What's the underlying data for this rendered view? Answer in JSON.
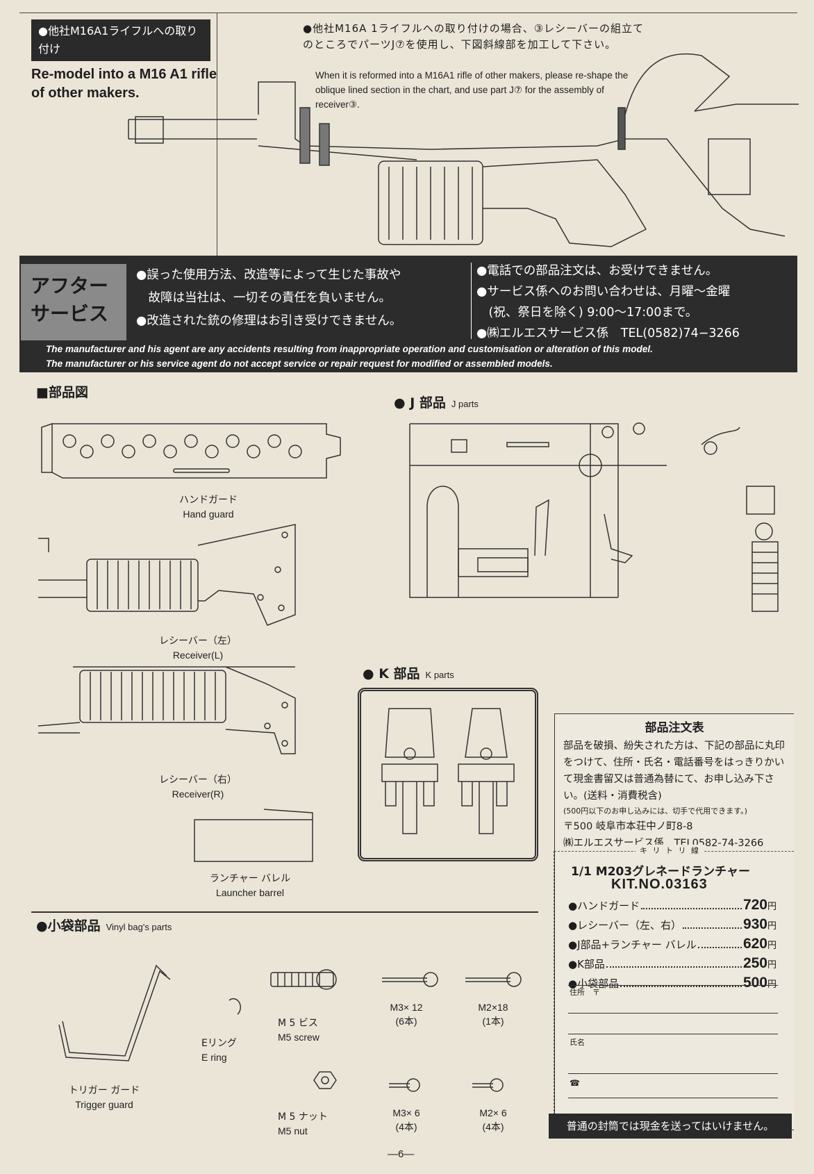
{
  "top": {
    "label_jp": "●他社M16A1ライフルへの取り付け",
    "label_en": "Re-model into a M16 A1 rifle of other makers.",
    "note_jp": "●他社M16A 1ライフルへの取り付けの場合、③レシーバーの組立てのところでパーツJ⑦を使用し、下図斜線部を加工して下さい。",
    "note_en": "When it is reformed into a M16A1 rifle of other makers, please re-shape the oblique lined section in the chart, and use part J⑦ for the assembly of receiver③."
  },
  "after_service": {
    "title_line1": "アフター",
    "title_line2": "サービス",
    "left_items": [
      "●誤った使用方法、改造等によって生じた事故や",
      "　故障は当社は、一切その責任を負いません。",
      "●改造された銃の修理はお引き受けできません。"
    ],
    "right_items": [
      "●電話での部品注文は、お受けできません。",
      "●サービス係へのお問い合わせは、月曜〜金曜",
      "　(祝、祭日を除く) 9:00〜17:00まで。",
      "●㈱エルエスサービス係　TEL(0582)74−3266"
    ],
    "en_lines": [
      "The manufacturer and his agent are any accidents resulting from inappropriate operation and customisation or alteration of this model.",
      "The manufacturer or his service agent do not accept service or repair request for modified or assembled models."
    ]
  },
  "parts": {
    "title": "■部品図",
    "hand_guard": {
      "jp": "ハンドガード",
      "en": "Hand guard"
    },
    "receiver_l": {
      "jp": "レシーバー（左）",
      "en": "Receiver(L)"
    },
    "receiver_r": {
      "jp": "レシーバー（右）",
      "en": "Receiver(R)"
    },
    "launcher_barrel": {
      "jp": "ランチャー バレル",
      "en": "Launcher barrel"
    },
    "j_parts": {
      "jp": "● J 部品",
      "en": "J parts"
    },
    "k_parts": {
      "jp": "● K 部品",
      "en": "K parts"
    }
  },
  "vinyl": {
    "title_jp": "●小袋部品",
    "title_en": "Vinyl bag's parts",
    "items": [
      {
        "jp": "トリガー ガード",
        "en": "Trigger guard"
      },
      {
        "jp": "Eリング",
        "en": "E ring"
      },
      {
        "jp": "M 5 ビス",
        "en": "M5 screw"
      },
      {
        "jp": "M 5 ナット",
        "en": "M5 nut"
      },
      {
        "jp": "M3× 12",
        "en": "(6本)"
      },
      {
        "jp": "M2×18",
        "en": "(1本)"
      },
      {
        "jp": "M3× 6",
        "en": "(4本)"
      },
      {
        "jp": "M2× 6",
        "en": "(4本)"
      }
    ]
  },
  "order_form": {
    "title": "部品注文表",
    "body": "部品を破損、紛失された方は、下記の部品に丸印をつけて、住所・氏名・電話番号をはっきりかいて現金書留又は普通為替にて、お申し込み下さい。(送料・消費税含)",
    "note": "(500円以下のお申し込みには、切手で代用できます。)",
    "address": "〒500 岐阜市本荘中ノ町8-8",
    "company": "㈱エルエスサービス係　TEL0582-74-3266",
    "cut_line": "キ リ ト リ 線",
    "product": "1/1 M203グレネードランチャー",
    "kit_no": "KIT.NO.03163",
    "prices": [
      {
        "item": "●ハンドガード",
        "price": "720",
        "unit": "円"
      },
      {
        "item": "●レシーバー（左、右）",
        "price": "930",
        "unit": "円"
      },
      {
        "item": "●J部品+ランチャー バレル",
        "price": "620",
        "unit": "円"
      },
      {
        "item": "●K部品",
        "price": "250",
        "unit": "円"
      },
      {
        "item": "●小袋部品",
        "price": "500",
        "unit": "円"
      }
    ],
    "address_label": "住所　〒",
    "name_label": "氏名",
    "phone_label": "☎",
    "warning": "普通の封筒では現金を送ってはいけません。"
  },
  "page_number": "—6—"
}
